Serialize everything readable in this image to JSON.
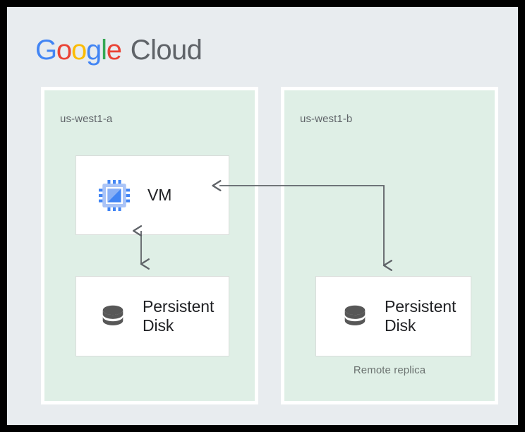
{
  "brand": {
    "google_letters": [
      "G",
      "o",
      "o",
      "g",
      "l",
      "e"
    ],
    "cloud_text": "Cloud",
    "colors": {
      "blue": "#4285F4",
      "red": "#EA4335",
      "yellow": "#FBBC05",
      "green": "#34A853",
      "gray": "#5F6368"
    }
  },
  "canvas": {
    "background": "#e8ecef",
    "frame_color": "#000000"
  },
  "zones": [
    {
      "id": "us-west1-a",
      "label": "us-west1-a",
      "fill": "#dfefe6",
      "resources": [
        {
          "id": "vm",
          "label": "VM",
          "icon": "cpu-chip-icon"
        },
        {
          "id": "persistent-disk-primary",
          "label": "Persistent\nDisk",
          "icon": "database-disk-icon"
        }
      ]
    },
    {
      "id": "us-west1-b",
      "label": "us-west1-b",
      "fill": "#dfefe6",
      "resources": [
        {
          "id": "persistent-disk-replica",
          "label": "Persistent\nDisk",
          "icon": "database-disk-icon",
          "caption": "Remote replica"
        }
      ]
    }
  ],
  "connectors": [
    {
      "id": "vm-to-disk-local",
      "type": "bidirectional-vertical-arrow",
      "from": "vm",
      "to": "persistent-disk-primary",
      "color": "#5f6368"
    },
    {
      "id": "replica-to-vm",
      "type": "elbow-arrow",
      "from": "persistent-disk-replica",
      "to": "vm",
      "color": "#5f6368"
    }
  ],
  "icons": {
    "cpu_chip": {
      "name": "cpu-chip-icon",
      "pin_color": "#4285F4",
      "body_color": "#aac4f7",
      "core_color": "#4285F4",
      "core_highlight": "#8ab0f5"
    },
    "database_disk": {
      "name": "database-disk-icon",
      "color": "#575757"
    }
  }
}
